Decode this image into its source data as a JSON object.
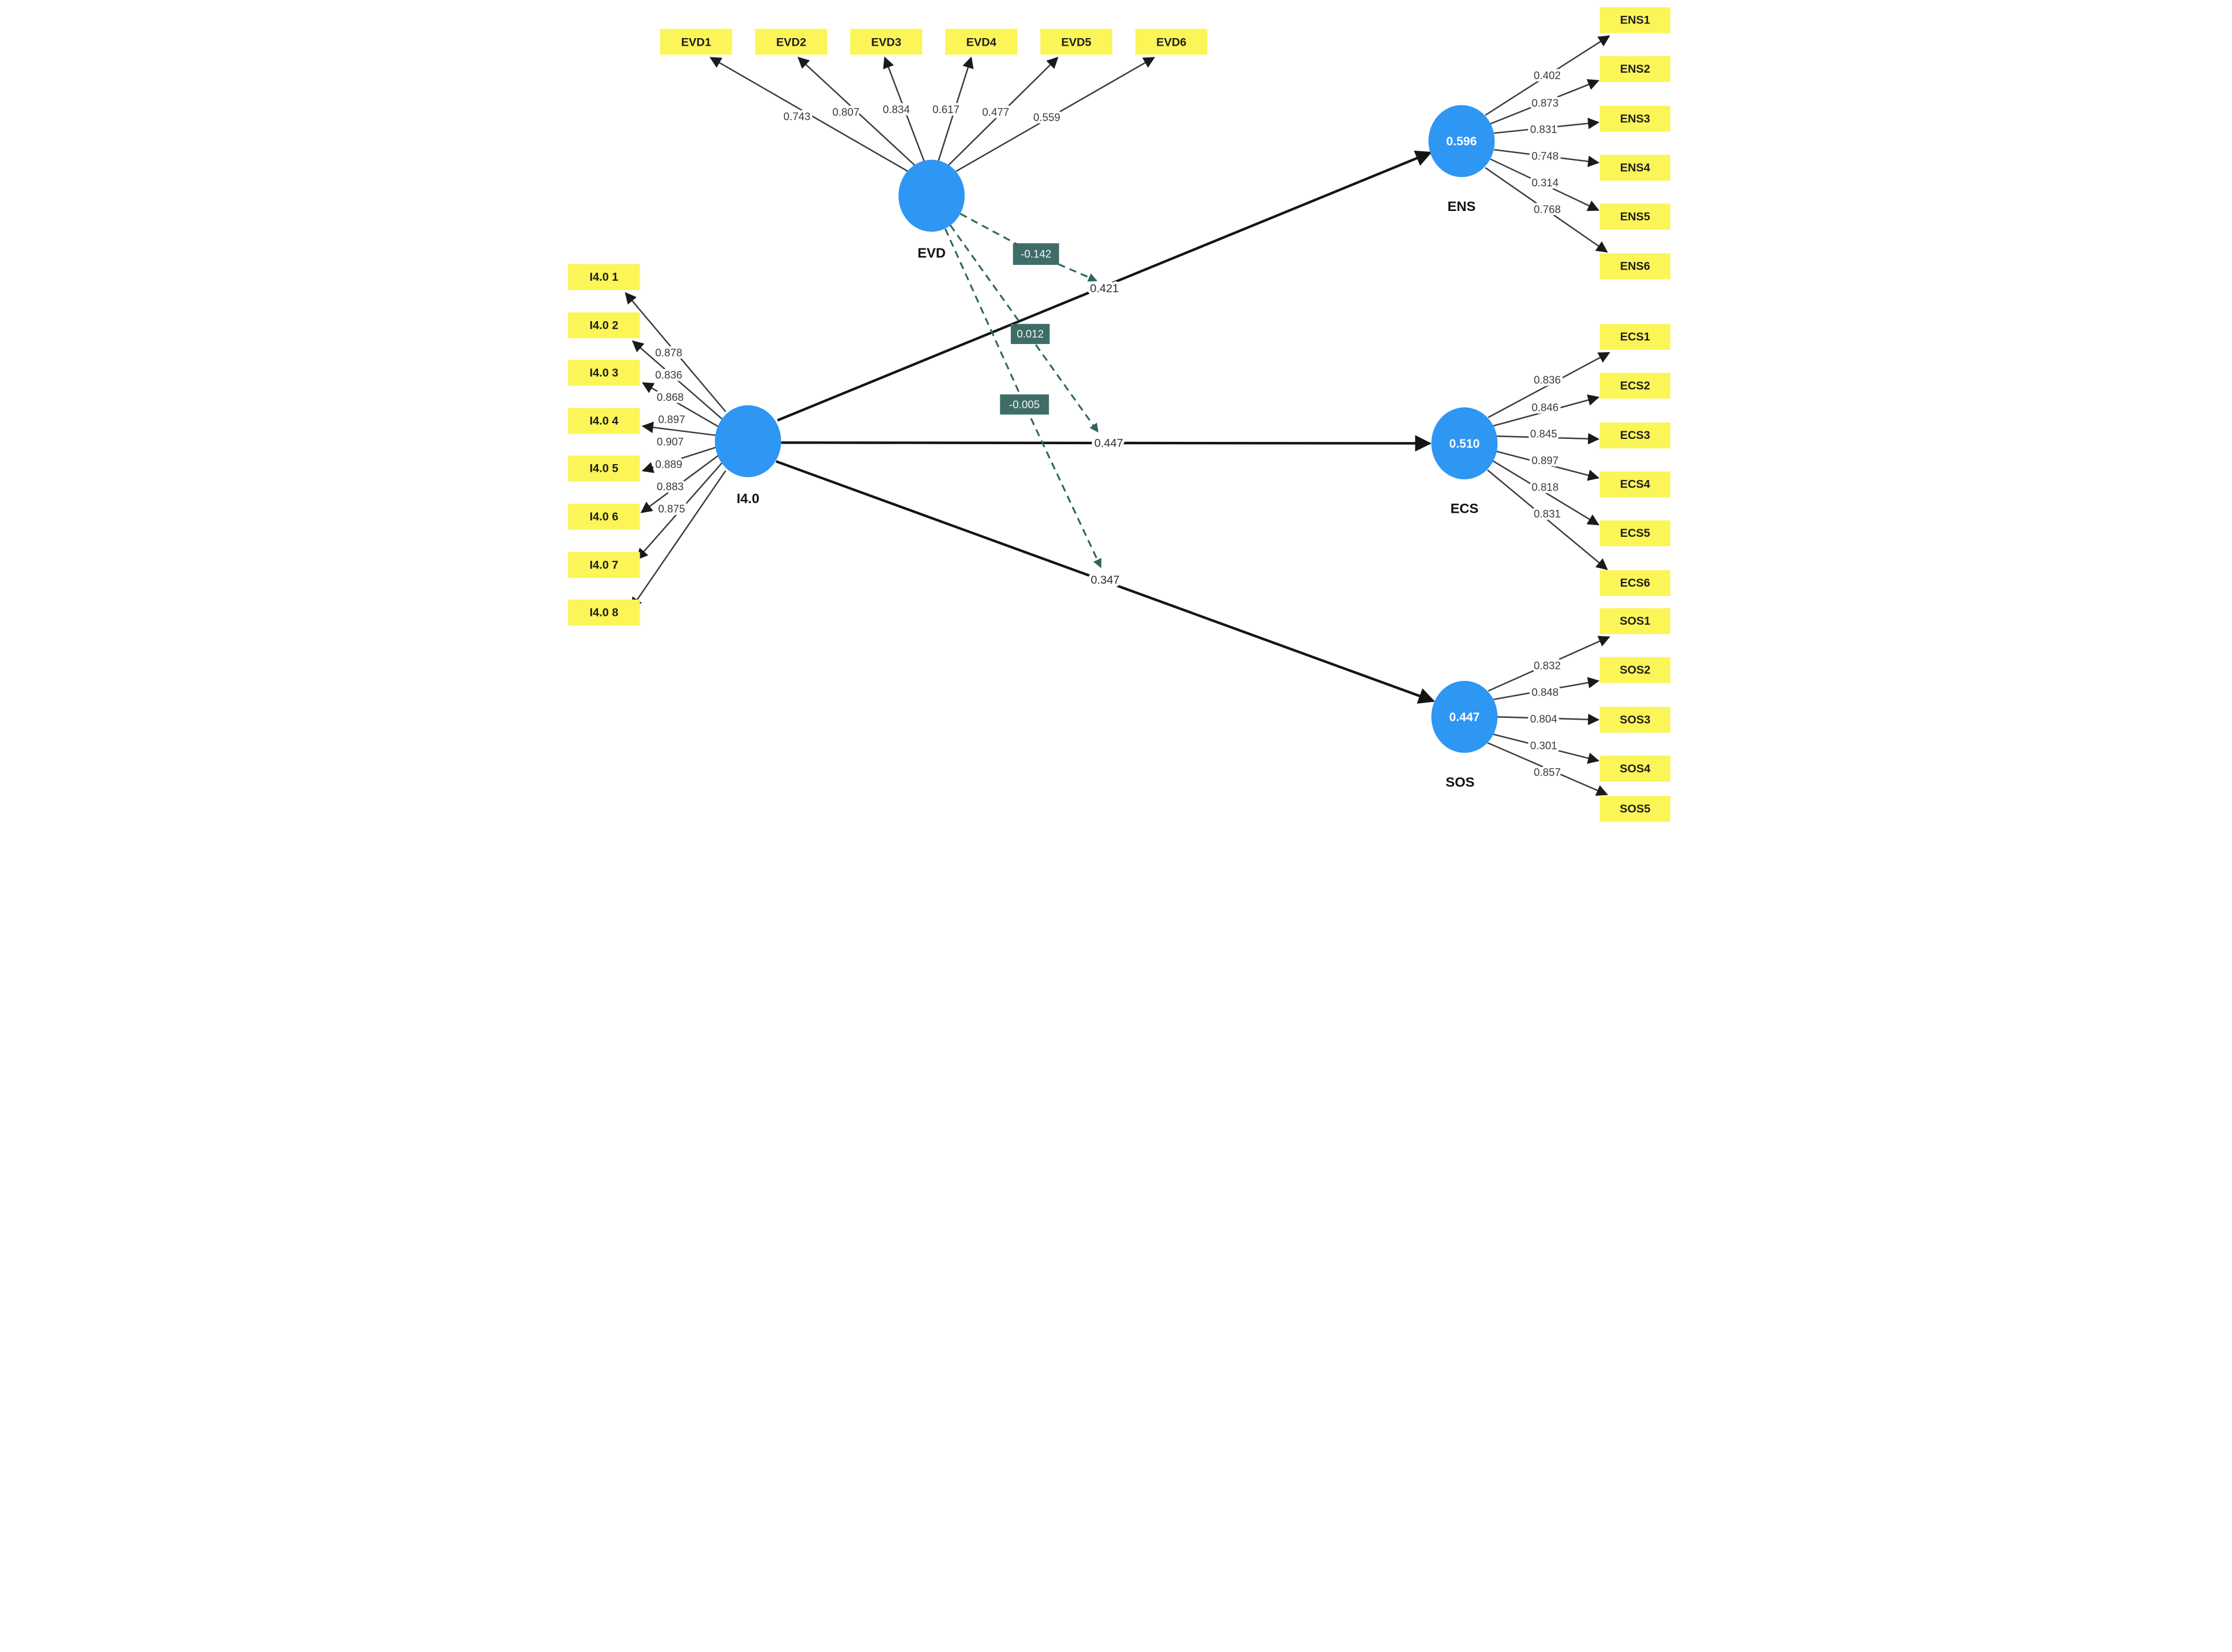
{
  "diagram_type": "PLS-SEM path model with moderation",
  "colors": {
    "indicator_fill": "#fbf558",
    "construct_fill": "#2e96f3",
    "structural_line": "#141414",
    "indicator_line": "#3b3b3b",
    "moderation_line": "#2e6660",
    "moderation_box_fill": "#3e6d67",
    "moderation_text": "#f2f7f6"
  },
  "constructs": {
    "evd": {
      "label": "EVD",
      "indicators": [
        {
          "name": "EVD1",
          "loading": "0.743"
        },
        {
          "name": "EVD2",
          "loading": "0.807"
        },
        {
          "name": "EVD3",
          "loading": "0.834"
        },
        {
          "name": "EVD4",
          "loading": "0.617"
        },
        {
          "name": "EVD5",
          "loading": "0.477"
        },
        {
          "name": "EVD6",
          "loading": "0.559"
        }
      ]
    },
    "i40": {
      "label": "I4.0",
      "indicators": [
        {
          "name": "I4.0 1",
          "loading": "0.878"
        },
        {
          "name": "I4.0 2",
          "loading": "0.836"
        },
        {
          "name": "I4.0 3",
          "loading": "0.868"
        },
        {
          "name": "I4.0 4",
          "loading": "0.897"
        },
        {
          "name": "I4.0 5",
          "loading": "0.907"
        },
        {
          "name": "I4.0 6",
          "loading": "0.889"
        },
        {
          "name": "I4.0 7",
          "loading": "0.883"
        },
        {
          "name": "I4.0 8",
          "loading": "0.875"
        }
      ]
    },
    "ens": {
      "label": "ENS",
      "r_squared": "0.596",
      "indicators": [
        {
          "name": "ENS1",
          "loading": "0.402"
        },
        {
          "name": "ENS2",
          "loading": "0.873"
        },
        {
          "name": "ENS3",
          "loading": "0.831"
        },
        {
          "name": "ENS4",
          "loading": "0.748"
        },
        {
          "name": "ENS5",
          "loading": "0.314"
        },
        {
          "name": "ENS6",
          "loading": "0.768"
        }
      ]
    },
    "ecs": {
      "label": "ECS",
      "r_squared": "0.510",
      "indicators": [
        {
          "name": "ECS1",
          "loading": "0.836"
        },
        {
          "name": "ECS2",
          "loading": "0.846"
        },
        {
          "name": "ECS3",
          "loading": "0.845"
        },
        {
          "name": "ECS4",
          "loading": "0.897"
        },
        {
          "name": "ECS5",
          "loading": "0.818"
        },
        {
          "name": "ECS6",
          "loading": "0.831"
        }
      ]
    },
    "sos": {
      "label": "SOS",
      "r_squared": "0.447",
      "indicators": [
        {
          "name": "SOS1",
          "loading": "0.832"
        },
        {
          "name": "SOS2",
          "loading": "0.848"
        },
        {
          "name": "SOS3",
          "loading": "0.804"
        },
        {
          "name": "SOS4",
          "loading": "0.301"
        },
        {
          "name": "SOS5",
          "loading": "0.857"
        }
      ]
    }
  },
  "structural_paths": [
    {
      "from": "I4.0",
      "to": "ENS",
      "coefficient": "0.421"
    },
    {
      "from": "I4.0",
      "to": "ECS",
      "coefficient": "0.447"
    },
    {
      "from": "I4.0",
      "to": "SOS",
      "coefficient": "0.347"
    }
  ],
  "moderation_paths": [
    {
      "from": "EVD",
      "target_path": "I4.0 → ENS",
      "coefficient": "-0.142"
    },
    {
      "from": "EVD",
      "target_path": "I4.0 → ECS",
      "coefficient": "0.012"
    },
    {
      "from": "EVD",
      "target_path": "I4.0 → SOS",
      "coefficient": "-0.005"
    }
  ]
}
